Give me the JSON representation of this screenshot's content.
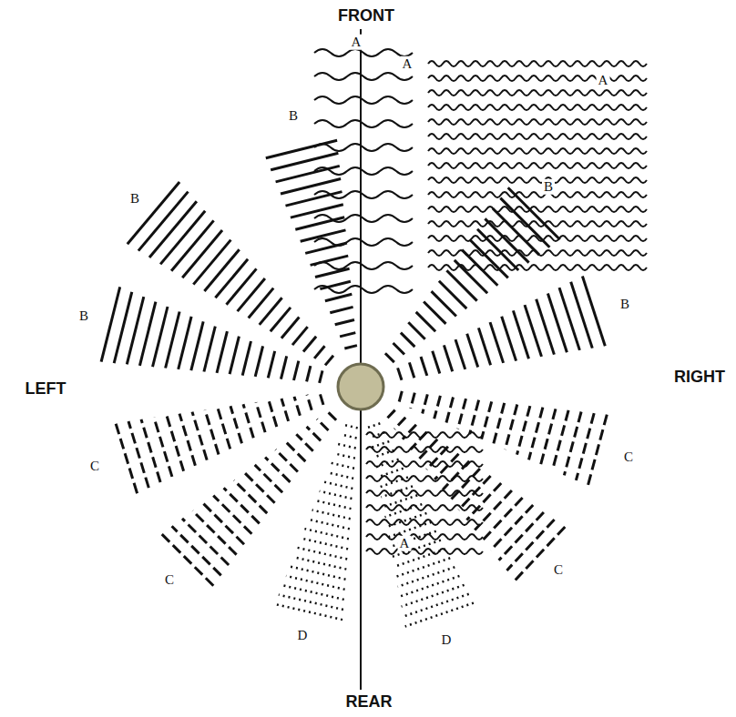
{
  "diagram": {
    "labels": [
      "FRONT",
      "A",
      "A",
      "A",
      "B",
      "B",
      "B",
      "B",
      "B",
      "LEFT",
      "RIGHT",
      "C",
      "C",
      "C",
      "C",
      "D",
      "D",
      "A",
      "REAR"
    ]
  }
}
